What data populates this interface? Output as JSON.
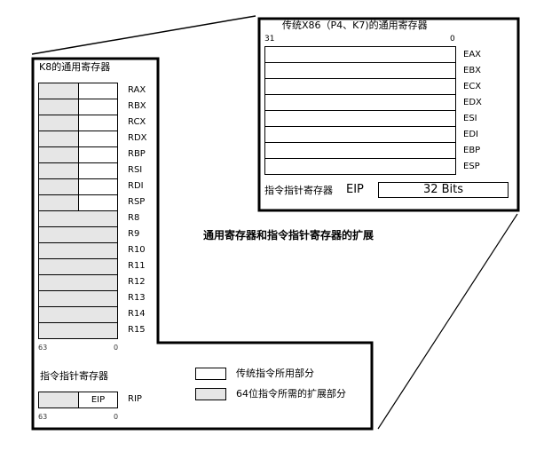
{
  "k8": {
    "title": "K8的通用寄存器",
    "registers": [
      {
        "name": "RAX",
        "split": true
      },
      {
        "name": "RBX",
        "split": true
      },
      {
        "name": "RCX",
        "split": true
      },
      {
        "name": "RDX",
        "split": true
      },
      {
        "name": "RBP",
        "split": true
      },
      {
        "name": "RSI",
        "split": true
      },
      {
        "name": "RDI",
        "split": true
      },
      {
        "name": "RSP",
        "split": true
      },
      {
        "name": "R8",
        "split": false
      },
      {
        "name": "R9",
        "split": false
      },
      {
        "name": "R10",
        "split": false
      },
      {
        "name": "R11",
        "split": false
      },
      {
        "name": "R12",
        "split": false
      },
      {
        "name": "R13",
        "split": false
      },
      {
        "name": "R14",
        "split": false
      },
      {
        "name": "R15",
        "split": false
      }
    ],
    "bit_high": "63",
    "bit_low": "0",
    "ip_title": "指令指针寄存器",
    "ip_inner": "EIP",
    "ip_name": "RIP",
    "ip_bit_high": "63",
    "ip_bit_low": "0"
  },
  "x86": {
    "title": "传统X86（P4、K7)的通用寄存器",
    "bit_high": "31",
    "bit_low": "0",
    "registers": [
      "EAX",
      "EBX",
      "ECX",
      "EDX",
      "ESI",
      "EDI",
      "EBP",
      "ESP"
    ],
    "ip_title": "指令指针寄存器",
    "ip_name": "EIP",
    "ip_width": "32 Bits"
  },
  "caption": "通用寄存器和指令指针寄存器的扩展",
  "legend": [
    {
      "label": "传统指令所用部分",
      "color": "#ffffff"
    },
    {
      "label": "64位指令所需的扩展部分",
      "color": "#e6e6e6"
    }
  ]
}
